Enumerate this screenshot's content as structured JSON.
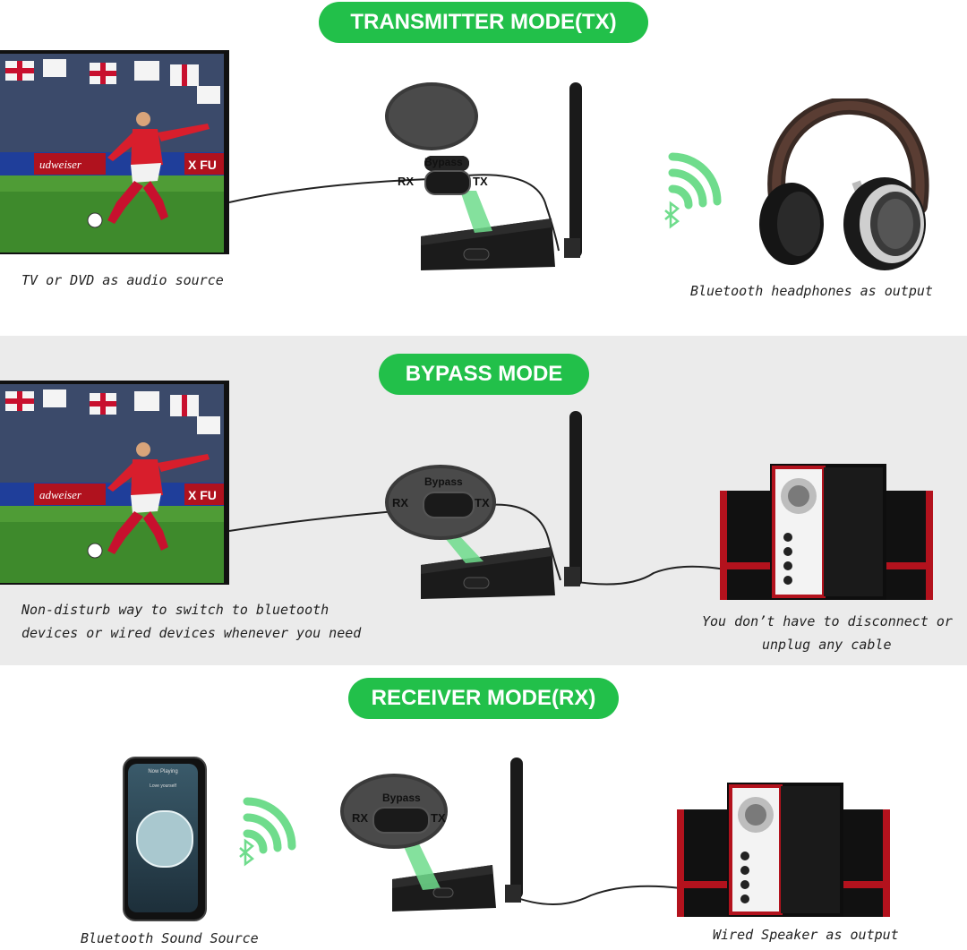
{
  "modes": {
    "tx": {
      "title": "TRANSMITTER MODE(TX)",
      "source_caption": "TV or DVD as audio source",
      "output_caption": "Bluetooth headphones as output"
    },
    "bypass": {
      "title": "BYPASS MODE",
      "source_caption_line1": "Non-disturb way to switch to bluetooth",
      "source_caption_line2": "devices or wired devices whenever you need",
      "output_caption_line1": "You don’t have to disconnect or",
      "output_caption_line2": "unplug any cable"
    },
    "rx": {
      "title": "RECEIVER MODE(RX)",
      "source_caption": "Bluetooth Sound  Source",
      "output_caption": "Wired Speaker as output"
    }
  },
  "switch": {
    "top_label": "Bypass",
    "left_label": "RX",
    "right_label": "TX"
  },
  "tv_ad_text": {
    "banner1": "udweiser",
    "banner2": "X FU",
    "banner3": "adweiser",
    "banner4": "X FU"
  },
  "phone": {
    "now_playing": "Now Playing",
    "song": "Love yourself"
  },
  "colors": {
    "accent": "#22c04a",
    "signal": "#6fdc8c",
    "bypass_bg": "#ebebeb"
  },
  "icons": [
    "bluetooth-icon",
    "wireless-signal-icon",
    "headphones-icon",
    "speaker-icon",
    "smartphone-icon",
    "tv-icon",
    "antenna-icon"
  ]
}
